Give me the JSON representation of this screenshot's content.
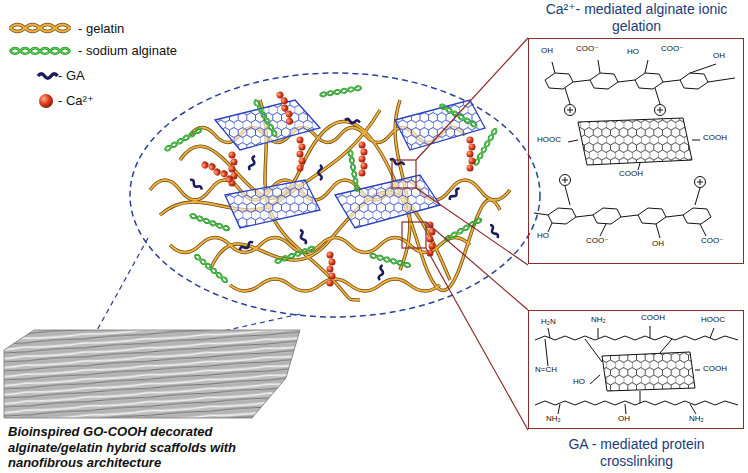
{
  "diagram": {
    "nodes": [
      {
        "text": [
          "Ca²⁺- mediated alginate ionic gelation"
        ]
      },
      {
        "text": [
          "GA - mediated protein crosslinking"
        ]
      }
    ],
    "labels": [
      "OH",
      "COO⁻",
      "HO",
      "COO⁻",
      "OH",
      "HOOC",
      "COOH",
      "COOH",
      "HO",
      "COO⁻",
      "OH",
      "COO⁻",
      "H₂N",
      "NH₂",
      "COOH",
      "HOOC",
      "N=CH",
      "COOH",
      "HO",
      "NH₂",
      "OH",
      "NH₂",
      "Bioinspired GO-COOH decorated alginate/gelatin hybrid scaffolds with nanofibrous architecture"
    ],
    "legend": [
      {
        "text": "- gelatin"
      },
      {
        "text": "- sodium alginate"
      },
      {
        "text": "- GA"
      },
      {
        "text": "- Ca²⁺"
      }
    ]
  }
}
